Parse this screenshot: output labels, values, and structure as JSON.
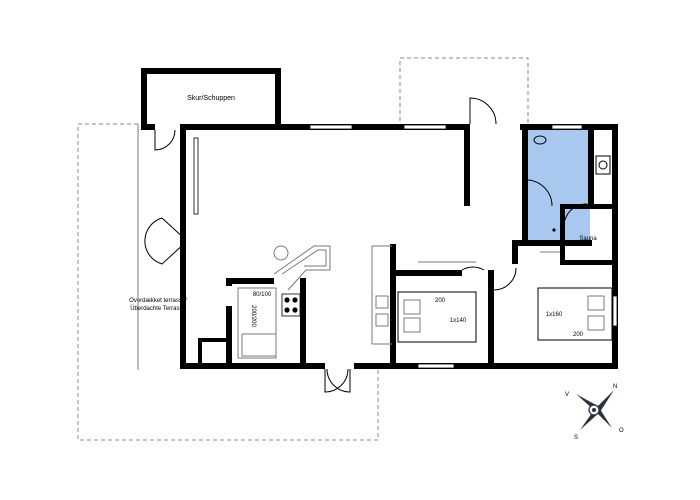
{
  "rooms": {
    "shed": "Skur/Schuppen",
    "sauna": "Sauna",
    "terrace_line1": "Overdækket terrasse/",
    "terrace_line2": "Überdachte Terrasse"
  },
  "beds": {
    "bunk_size_top": "80/100",
    "bunk_size_side": "200/200",
    "bed1_length": "200",
    "bed1_size": "1x140",
    "bed2_size": "1x160",
    "bed2_length": "200"
  },
  "compass": {
    "n": "N",
    "o": "O",
    "s": "S",
    "v": "V"
  },
  "colors": {
    "wall": "#000000",
    "bathroom": "#a9c8ef",
    "terrace_outline": "#8a8a8a"
  }
}
